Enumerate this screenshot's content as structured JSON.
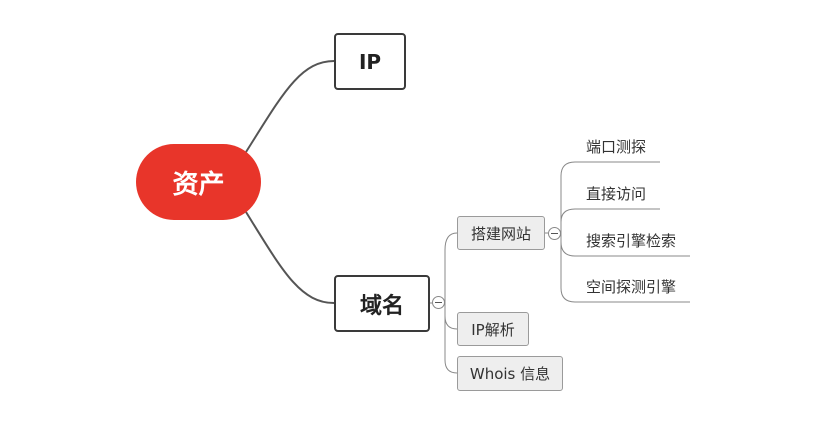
{
  "mindmap": {
    "root": {
      "label": "资产"
    },
    "branches": [
      {
        "label": "IP"
      },
      {
        "label": "域名",
        "children": [
          {
            "label": "搭建网站",
            "children": [
              "端口测探",
              "直接访问",
              "搜索引擎检索",
              "空间探测引擎"
            ]
          },
          {
            "label": "IP解析"
          },
          {
            "label": "Whois 信息"
          }
        ]
      }
    ]
  },
  "colors": {
    "root_fill": "#e8352a",
    "line": "#555555",
    "subtopic_fill": "#eeeeee"
  }
}
